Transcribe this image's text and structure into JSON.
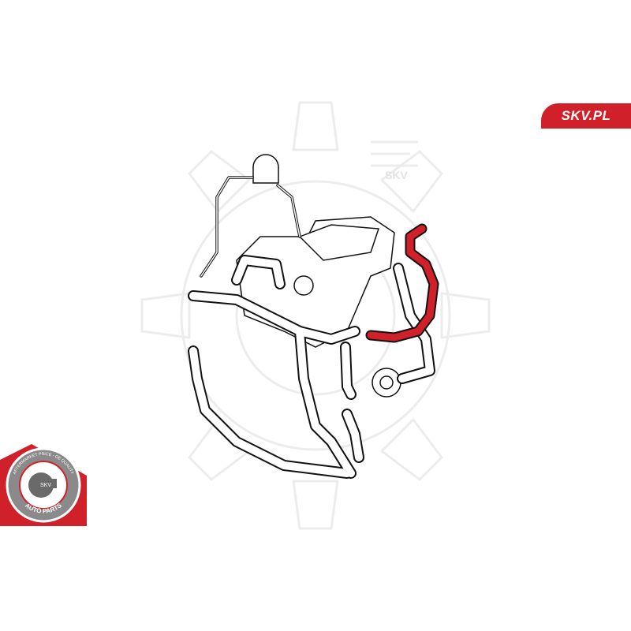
{
  "brand": {
    "site_label": "SKV.PL",
    "accent_color": "#d0202a"
  },
  "badge": {
    "center_text": "SKV",
    "top_arc_text": "AFTERMARKET PRICE - OE QUALITY",
    "bottom_arc_text": "AUTO PARTS"
  },
  "watermark": {
    "text": "SKV"
  },
  "diagram": {
    "highlight_color": "#d0202a",
    "line_color": "#111111"
  }
}
